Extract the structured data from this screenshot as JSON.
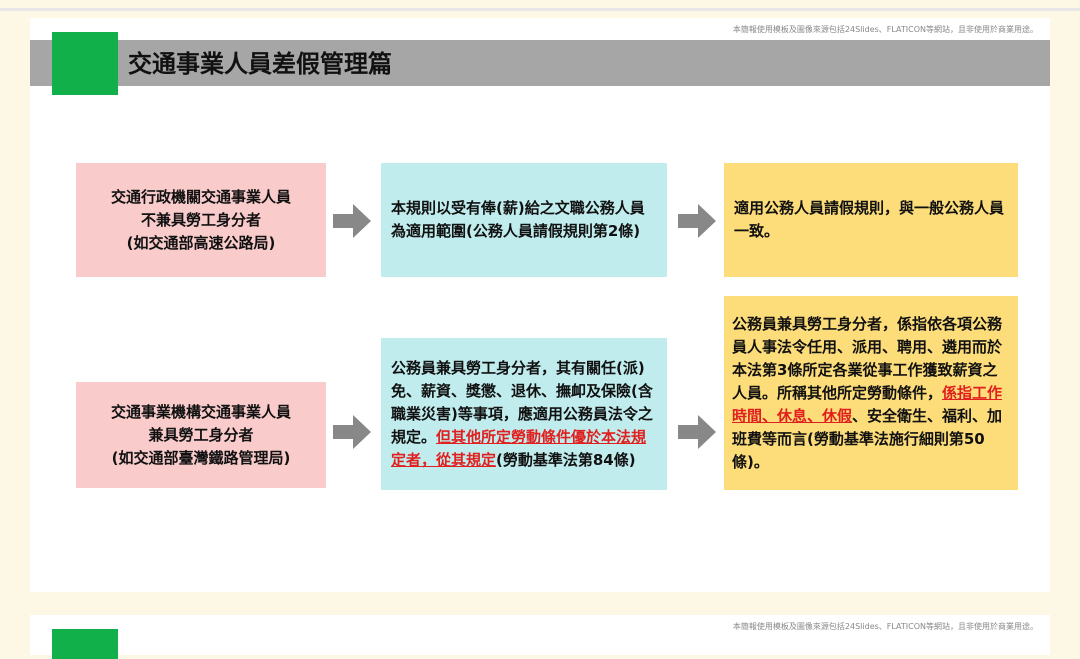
{
  "footnote": "本簡報使用模板及圖像來源包括24Slides、FLATICON等網站，且非使用於商業用途。",
  "title": "交通事業人員差假管理篇",
  "row1": {
    "left": [
      "交通行政機關交通事業人員",
      "不兼具勞工身分者",
      "(如交通部高速公路局)"
    ],
    "middle": "本規則以受有俸(薪)給之文職公務人員為適用範圍(公務人員請假規則第2條)",
    "right": "適用公務人員請假規則，與一般公務人員一致。"
  },
  "row2": {
    "left": [
      "交通事業機構交通事業人員",
      "兼具勞工身分者",
      "(如交通部臺灣鐵路管理局)"
    ],
    "middle_a": "公務員兼具勞工身分者，其有關任(派)免、薪資、獎懲、退休、撫卹及保險(含職業災害)等事項，應適用公務員法令之規定。",
    "middle_red": "但其他所定勞動條件優於本法規定者，從其規定",
    "middle_b": "(勞動基準法第84條)",
    "right_a": "公務員兼具勞工身分者，係指依各項公務員人事法令任用、派用、聘用、遴用而於本法第3條所定各業從事工作獲致薪資之人員。所稱其他所定勞動條件，",
    "right_red": "係指工作時間、休息、休假",
    "right_b": "、安全衛生、福利、加班費等而言(勞動基準法施行細則第50條)。"
  }
}
